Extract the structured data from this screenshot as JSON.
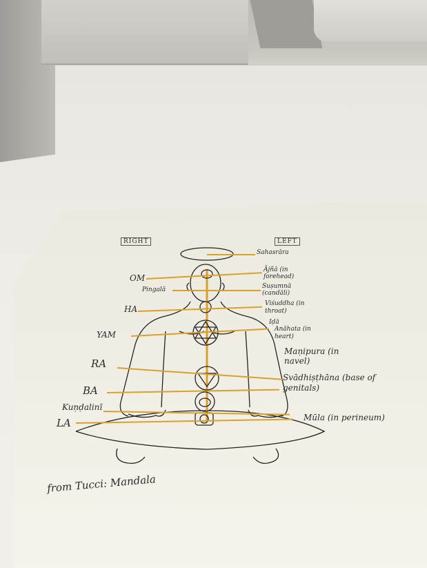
{
  "sheet": {
    "right_label": "RIGHT",
    "left_label": "LEFT",
    "caption": "from Tucci: Mandala"
  },
  "left_labels": {
    "om": "OM",
    "pingala": "Pingalā",
    "ha": "HA",
    "yam": "YAM",
    "ra": "RA",
    "ba": "BA",
    "kundalini": "Kuṇḍalinī",
    "la": "LA"
  },
  "right_labels": {
    "sahasrara": "Sahasrāra",
    "ajna": "Ājñā (in forehead)",
    "susumna": "Suṣumnā (candāli)",
    "visuddha": "Viśuddha (in throat)",
    "ida": "Iḍā",
    "anahata": "Anāhata (in heart)",
    "manipura": "Maṇipura (in navel)",
    "svadhisthana": "Svādhiṣṭhāna (base of genitals)",
    "muladhara": "Mūla (in perineum)"
  },
  "colors": {
    "ink": "#2a2a2a",
    "guide_line": "#d9a030",
    "paper": "#efeee4"
  }
}
